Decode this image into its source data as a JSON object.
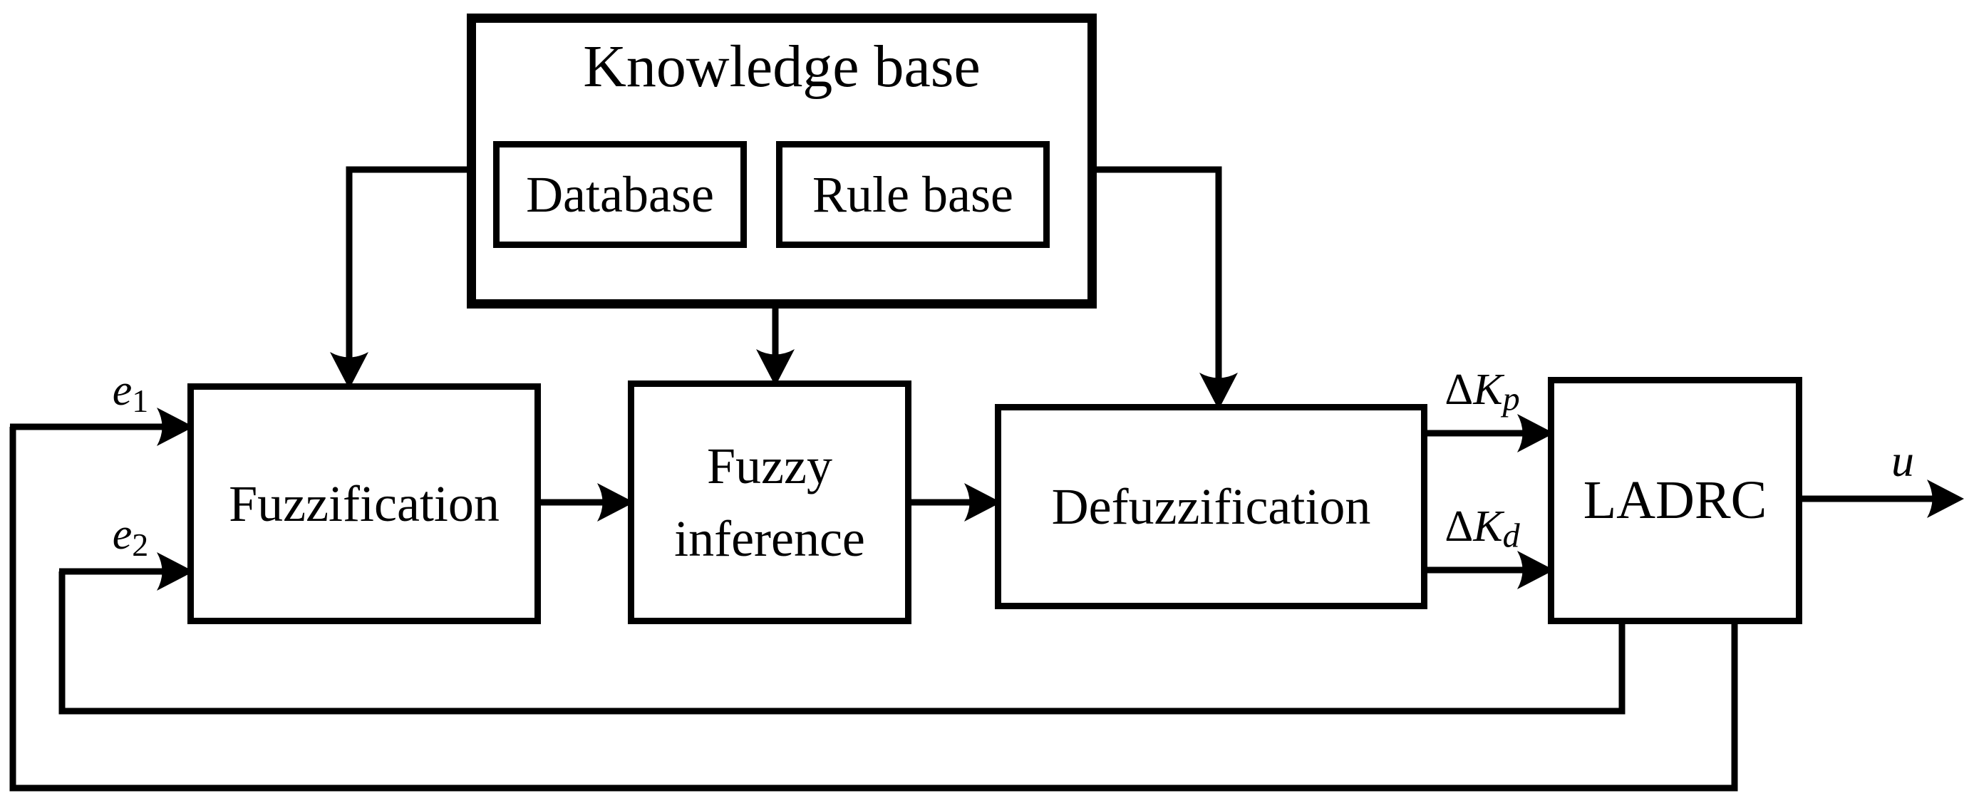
{
  "diagram": {
    "background_color": "#ffffff",
    "line_color": "#000000",
    "nodes": {
      "knowledge_base": {
        "label": "Knowledge base"
      },
      "database": {
        "label": "Database"
      },
      "rule_base": {
        "label": "Rule base"
      },
      "fuzzification": {
        "label": "Fuzzification"
      },
      "fuzzy_inference": {
        "label": "Fuzzy inference"
      },
      "defuzzification": {
        "label": "Defuzzification"
      },
      "ladrc": {
        "label": "LADRC"
      }
    },
    "signals": {
      "e1": {
        "base": "e",
        "sub": "1"
      },
      "e2": {
        "base": "e",
        "sub": "2"
      },
      "delta_kp": {
        "delta": "Δ",
        "base": "K",
        "sub": "p"
      },
      "delta_kd": {
        "delta": "Δ",
        "base": "K",
        "sub": "d"
      },
      "u": {
        "base": "u"
      }
    }
  }
}
